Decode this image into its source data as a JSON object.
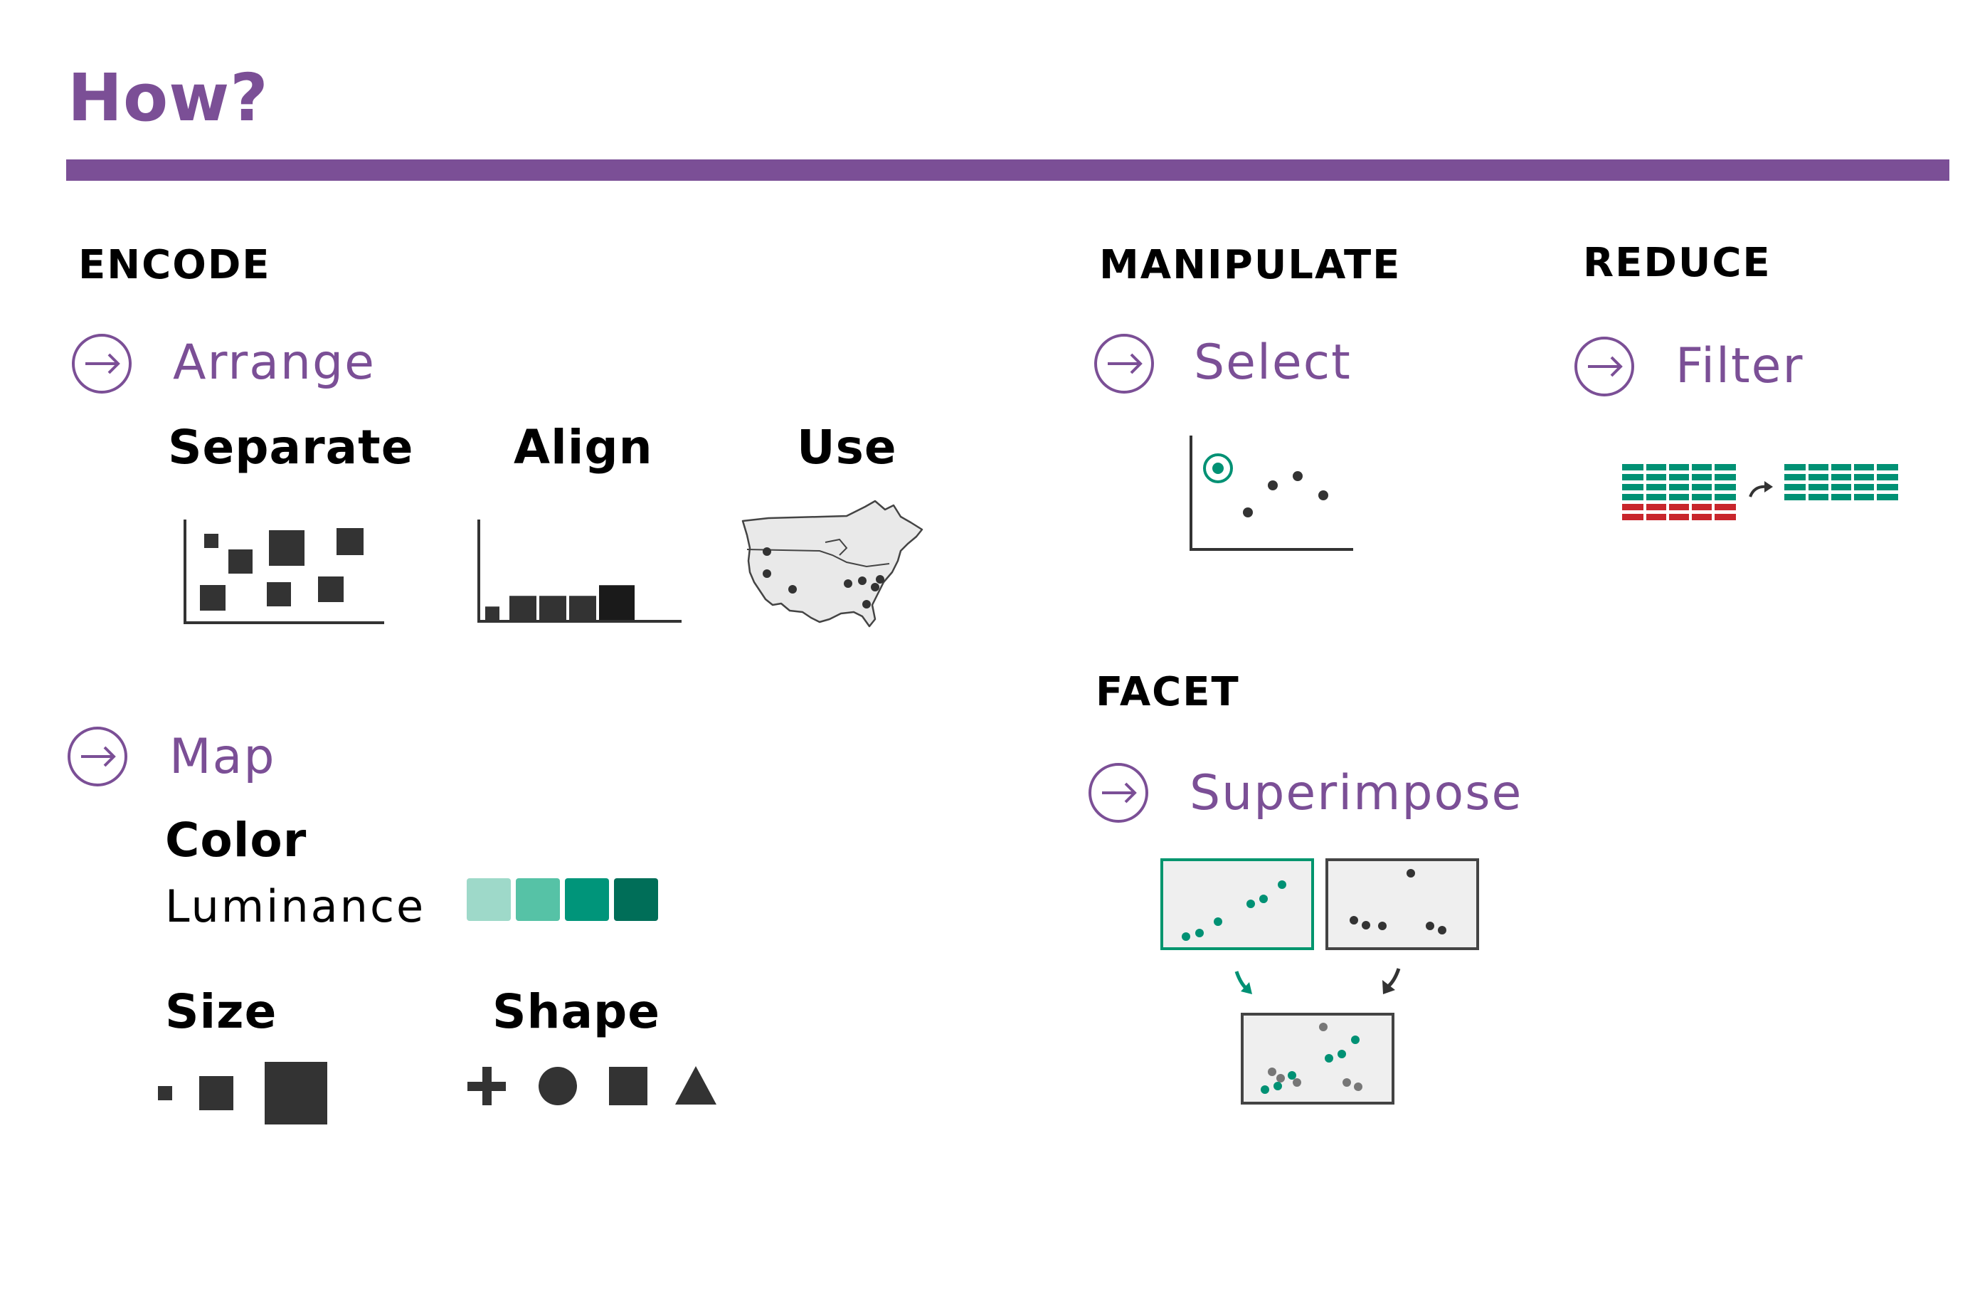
{
  "title": "How?",
  "colors": {
    "accent": "#7b4f96",
    "mark": "#333333",
    "teal": "#009174",
    "red": "#c8262c",
    "luminance_ramp": [
      "#9ed9c9",
      "#56c2a6",
      "#00957a",
      "#006e58"
    ]
  },
  "icons": {
    "arrow": "circled-right-arrow-icon"
  },
  "encode": {
    "heading": "ENCODE",
    "arrange": {
      "label": "Arrange",
      "items": [
        {
          "label": "Separate"
        },
        {
          "label": "Align"
        },
        {
          "label": "Use"
        }
      ],
      "align_bar_levels": [
        0.25,
        0.45,
        0.45,
        0.45,
        0.65
      ]
    },
    "map": {
      "label": "Map",
      "color_label": "Color",
      "luminance_label": "Luminance",
      "size_label": "Size",
      "shape_label": "Shape",
      "shapes": [
        "plus",
        "circle",
        "square",
        "triangle"
      ]
    }
  },
  "manipulate": {
    "heading": "MANIPULATE",
    "select": {
      "label": "Select"
    }
  },
  "reduce": {
    "heading": "REDUCE",
    "filter": {
      "label": "Filter"
    }
  },
  "facet": {
    "heading": "FACET",
    "superimpose": {
      "label": "Superimpose"
    }
  }
}
